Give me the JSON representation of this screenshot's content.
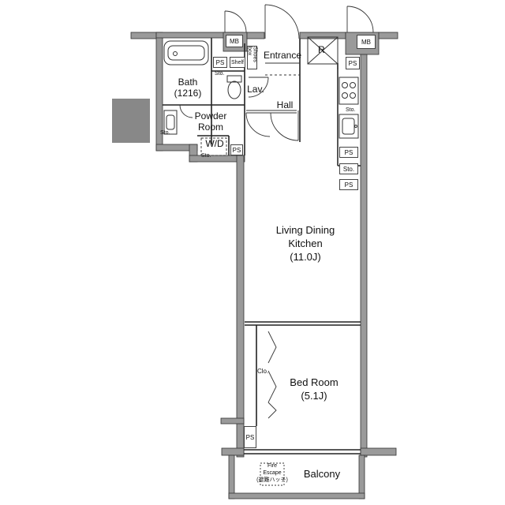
{
  "rooms": {
    "entrance": "Entrance",
    "bath_name": "Bath",
    "bath_size": "(1216)",
    "lav": "Lav.",
    "hall": "Hall",
    "powder_1": "Powder",
    "powder_2": "Room",
    "wd": "W/D",
    "ldk_1": "Living Dining",
    "ldk_2": "Kitchen",
    "ldk_3": "(11.0J)",
    "bed_1": "Bed Room",
    "bed_2": "(5.1J)",
    "balcony": "Balcony"
  },
  "tags": {
    "mb": "MB",
    "ps": "PS",
    "sto": "Sto.",
    "shelf": "Shelf",
    "shoes_box": "Shoes box",
    "r": "R",
    "clo": "Clo.",
    "fire_1": "Fire",
    "fire_2": "Escape",
    "fire_3": "(避難ハッチ)"
  }
}
